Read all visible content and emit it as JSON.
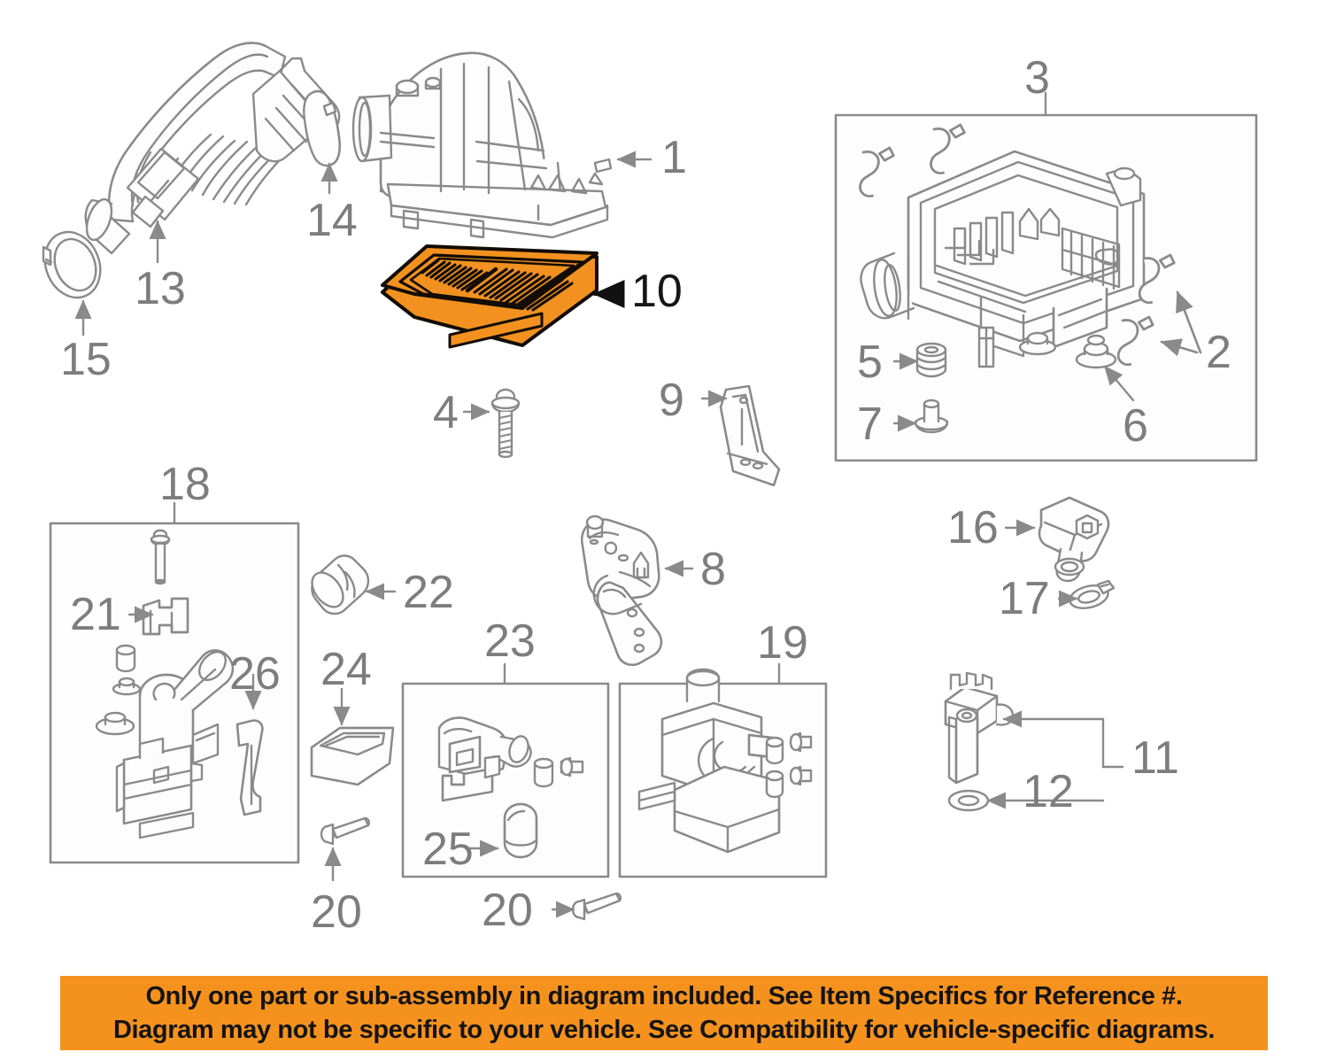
{
  "diagram": {
    "title": "Engine air intake / air cleaner exploded parts diagram",
    "line_color": "#8a8a8a",
    "number_color": "#7d7d7d",
    "highlight_fill": "#F2911F",
    "highlight_stroke": "#1a1208",
    "background": "#ffffff"
  },
  "callouts": [
    {
      "id": "1",
      "label": "1",
      "part": "air-cleaner-cover"
    },
    {
      "id": "2",
      "label": "2",
      "part": "air-cleaner-clip"
    },
    {
      "id": "3",
      "label": "3",
      "part": "air-cleaner-housing-assembly"
    },
    {
      "id": "4",
      "label": "4",
      "part": "flange-bolt"
    },
    {
      "id": "5",
      "label": "5",
      "part": "collar"
    },
    {
      "id": "6",
      "label": "6",
      "part": "mounting-grommet"
    },
    {
      "id": "7",
      "label": "7",
      "part": "stud-bolt"
    },
    {
      "id": "8",
      "label": "8",
      "part": "intake-bracket"
    },
    {
      "id": "9",
      "label": "9",
      "part": "stay-bracket"
    },
    {
      "id": "10",
      "label": "10",
      "part": "air-filter-element",
      "highlighted": true
    },
    {
      "id": "11",
      "label": "11",
      "part": "sensor"
    },
    {
      "id": "12",
      "label": "12",
      "part": "o-ring"
    },
    {
      "id": "13",
      "label": "13",
      "part": "air-intake-tube"
    },
    {
      "id": "14",
      "label": "14",
      "part": "hose-clamp"
    },
    {
      "id": "15",
      "label": "15",
      "part": "hose-clamp-large"
    },
    {
      "id": "16",
      "label": "16",
      "part": "air-flow-sensor"
    },
    {
      "id": "17",
      "label": "17",
      "part": "sensor-clamp"
    },
    {
      "id": "18",
      "label": "18",
      "part": "canister-assembly"
    },
    {
      "id": "19",
      "label": "19",
      "part": "purge-canister-assembly"
    },
    {
      "id": "20",
      "label": "20",
      "part": "bolt"
    },
    {
      "id": "20b",
      "label": "20",
      "part": "bolt"
    },
    {
      "id": "21",
      "label": "21",
      "part": "bracket-clip"
    },
    {
      "id": "22",
      "label": "22",
      "part": "filter-cartridge"
    },
    {
      "id": "23",
      "label": "23",
      "part": "valve-assembly"
    },
    {
      "id": "24",
      "label": "24",
      "part": "cover-clip"
    },
    {
      "id": "25",
      "label": "25",
      "part": "grommet-seal"
    },
    {
      "id": "26",
      "label": "26",
      "part": "drain-tube"
    }
  ],
  "notice": {
    "line1": "Only one part or sub-assembly in diagram included. See Item Specifics for Reference #.",
    "line2": "Diagram may not be specific to your vehicle. See Compatibility for vehicle-specific diagrams."
  }
}
